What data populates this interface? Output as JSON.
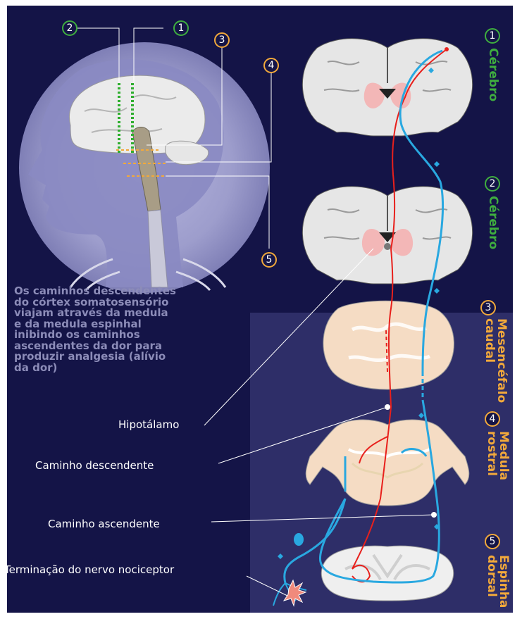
{
  "description": "Os caminhos descendentes\ndo córtex somatosensório\nviajam através da medula\ne da medula espinhal\ninibindo os caminhos\nascendentes da dor para\nproduzir analgesia (alívio\nda dor)",
  "labels": {
    "hypothalamus": "Hipotálamo",
    "descending": "Caminho descendente",
    "ascending": "Caminho ascendente",
    "nociceptor": "Terminação do nervo nociceptor"
  },
  "head_markers": [
    "2",
    "1",
    "3",
    "4",
    "5"
  ],
  "sections": [
    {
      "number": "1",
      "label": "Cérebro",
      "color": "#3fae3f"
    },
    {
      "number": "2",
      "label": "Cérebro",
      "color": "#3fae3f"
    },
    {
      "number": "3",
      "label": "Mesencéfalo\ncaudal",
      "color": "#f2a93b"
    },
    {
      "number": "4",
      "label": "Medula\nrostral",
      "color": "#f2a93b"
    },
    {
      "number": "5",
      "label": "Espinha\ndorsal",
      "color": "#f2a93b"
    }
  ],
  "colors": {
    "background": "#141447",
    "descending_pathway": "#e8201c",
    "ascending_pathway": "#29a8e0"
  }
}
